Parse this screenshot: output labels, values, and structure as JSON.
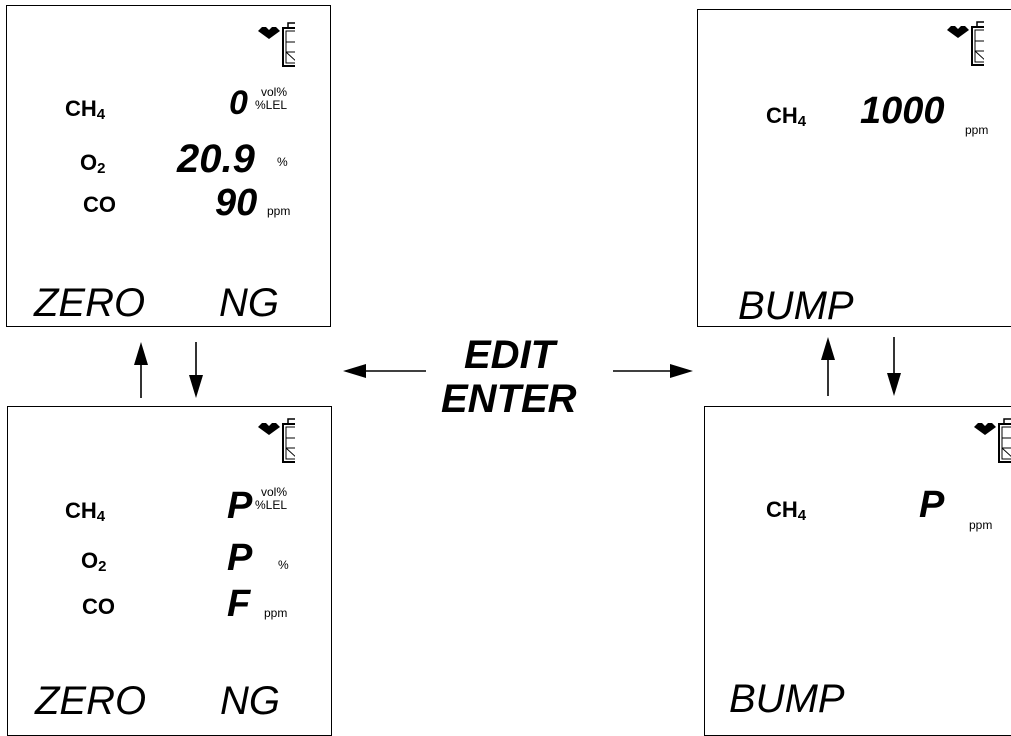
{
  "center": {
    "line1": "EDIT",
    "line2": "ENTER"
  },
  "icons": {
    "heart": "heart-icon",
    "battery": "battery-icon"
  },
  "panels": {
    "zero_reading": {
      "ch4": {
        "gas": "CH",
        "sub": "4",
        "value": "0",
        "unit1": "vol%",
        "unit2": "%LEL"
      },
      "o2": {
        "gas": "O",
        "sub": "2",
        "value": "20.9",
        "unit": "%"
      },
      "co": {
        "gas": "CO",
        "value": "90",
        "unit": "ppm"
      },
      "mode": "ZERO",
      "mode2": "NG"
    },
    "zero_result": {
      "ch4": {
        "gas": "CH",
        "sub": "4",
        "value": "P",
        "unit1": "vol%",
        "unit2": "%LEL"
      },
      "o2": {
        "gas": "O",
        "sub": "2",
        "value": "P",
        "unit": "%"
      },
      "co": {
        "gas": "CO",
        "value": "F",
        "unit": "ppm"
      },
      "mode": "ZERO",
      "mode2": "NG"
    },
    "bump_reading": {
      "ch4": {
        "gas": "CH",
        "sub": "4",
        "value": "1000",
        "unit": "ppm"
      },
      "mode": "BUMP"
    },
    "bump_result": {
      "ch4": {
        "gas": "CH",
        "sub": "4",
        "value": "P",
        "unit": "ppm"
      },
      "mode": "BUMP"
    }
  }
}
